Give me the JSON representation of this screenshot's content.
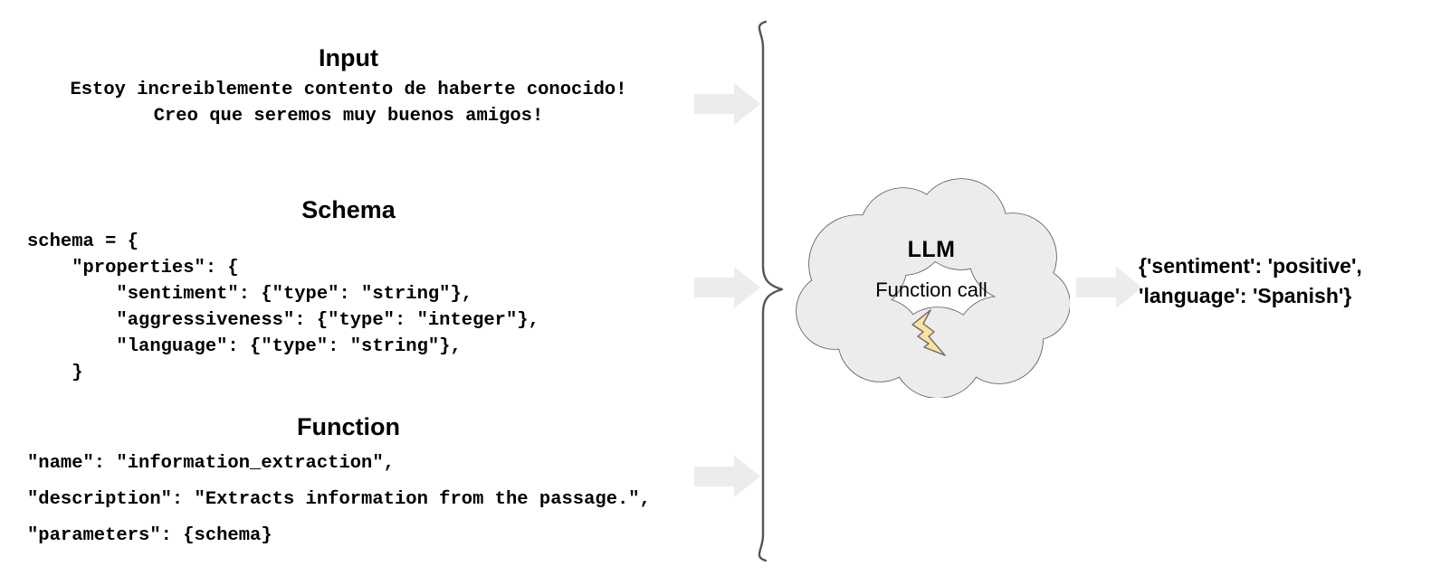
{
  "diagram": {
    "title": "LLM function-calling extraction flow",
    "background": "#ffffff",
    "accent_fill": "#ececec",
    "outline": "#555555",
    "bolt_fill": "#fbe3a0"
  },
  "input": {
    "heading": "Input",
    "lines": [
      "Estoy increiblemente contento de haberte conocido!",
      "Creo que seremos muy buenos amigos!"
    ]
  },
  "schema": {
    "heading": "Schema",
    "lines": [
      "schema = {",
      "    \"properties\": {",
      "        \"sentiment\": {\"type\": \"string\"},",
      "        \"aggressiveness\": {\"type\": \"integer\"},",
      "        \"language\": {\"type\": \"string\"},",
      "    }"
    ]
  },
  "function": {
    "heading": "Function",
    "lines": [
      "\"name\": \"information_extraction\",",
      "\"description\": \"Extracts information from the passage.\",",
      "\"parameters\": {schema}"
    ]
  },
  "model": {
    "title": "LLM",
    "subtitle": "Function call",
    "icon": "lightning-bolt-icon"
  },
  "output": {
    "lines": [
      "{'sentiment': 'positive',",
      "'language': 'Spanish'}"
    ]
  },
  "arrows": {
    "input_arrow": "arrow-right",
    "schema_arrow": "arrow-right",
    "function_arrow": "arrow-right",
    "output_arrow": "arrow-right"
  }
}
